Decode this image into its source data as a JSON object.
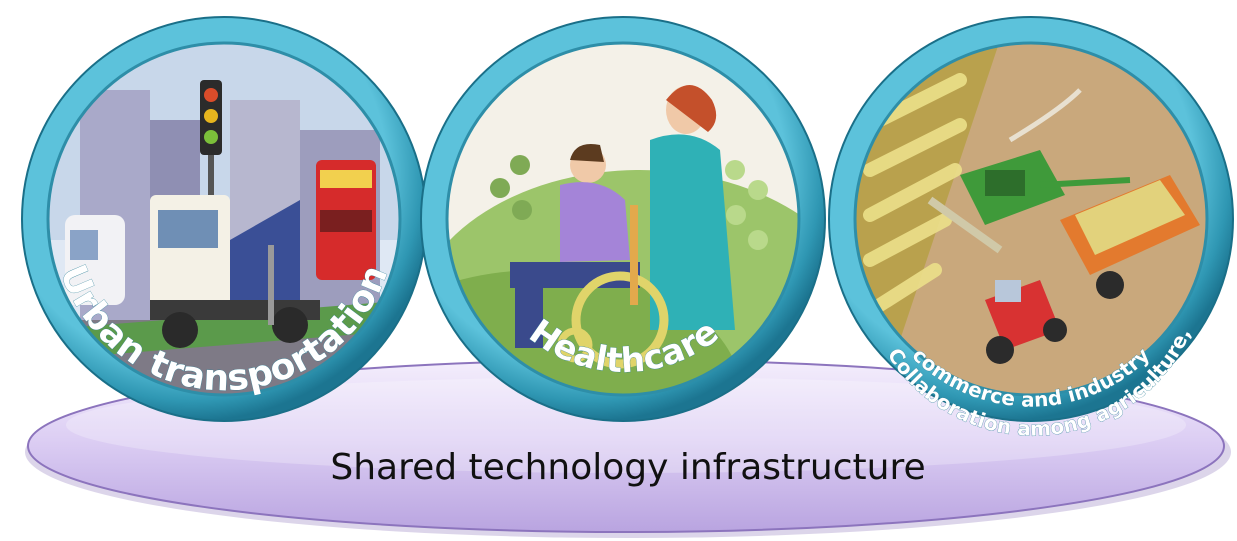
{
  "platform": {
    "label": "Shared technology infrastructure",
    "color": "#d9c8f2"
  },
  "domains": [
    {
      "label": "Urban transportation",
      "icon": "urban-traffic-icon"
    },
    {
      "label": "Healthcare",
      "icon": "wheelchair-nurse-icon"
    },
    {
      "label_line1": "Collaboration among agriculture,",
      "label_line2": "commerce and industry",
      "icon": "farm-harvester-icon"
    }
  ],
  "colors": {
    "ring": "#3ba7c2",
    "ring_dark": "#1f7d99",
    "platform": "#d9c8f2",
    "platform_edge": "#7a5ca8"
  }
}
